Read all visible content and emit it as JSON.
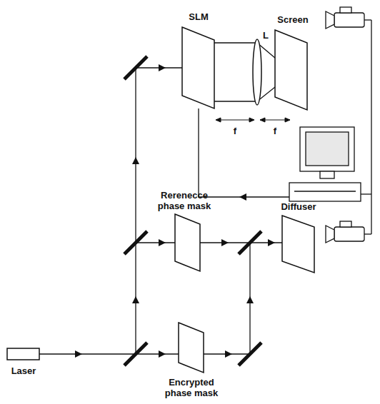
{
  "diagram": {
    "labels": [
      "SLM",
      "L",
      "Screen",
      "f",
      "f",
      "Rerenecce phase mask",
      "Diffuser",
      "Laser",
      "Encrypted phase mask"
    ]
  }
}
